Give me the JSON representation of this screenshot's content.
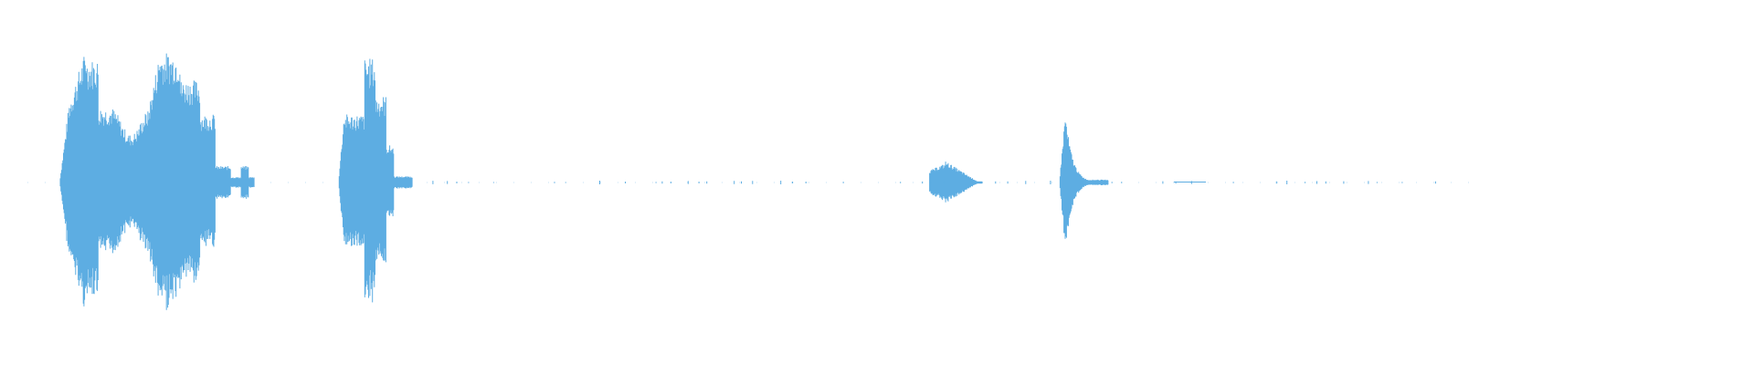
{
  "colors": {
    "background": "#ffffff",
    "waveform": "#5dade2"
  },
  "waveform": {
    "segments": [
      {
        "name": "burst-1",
        "start": 0.034,
        "end": 0.145,
        "amplitude": 0.97
      },
      {
        "name": "burst-2",
        "start": 0.193,
        "end": 0.235,
        "amplitude": 0.88
      },
      {
        "name": "blip-1",
        "start": 0.53,
        "end": 0.56,
        "amplitude": 0.17
      },
      {
        "name": "spike-1",
        "start": 0.604,
        "end": 0.632,
        "amplitude": 0.5
      }
    ]
  }
}
